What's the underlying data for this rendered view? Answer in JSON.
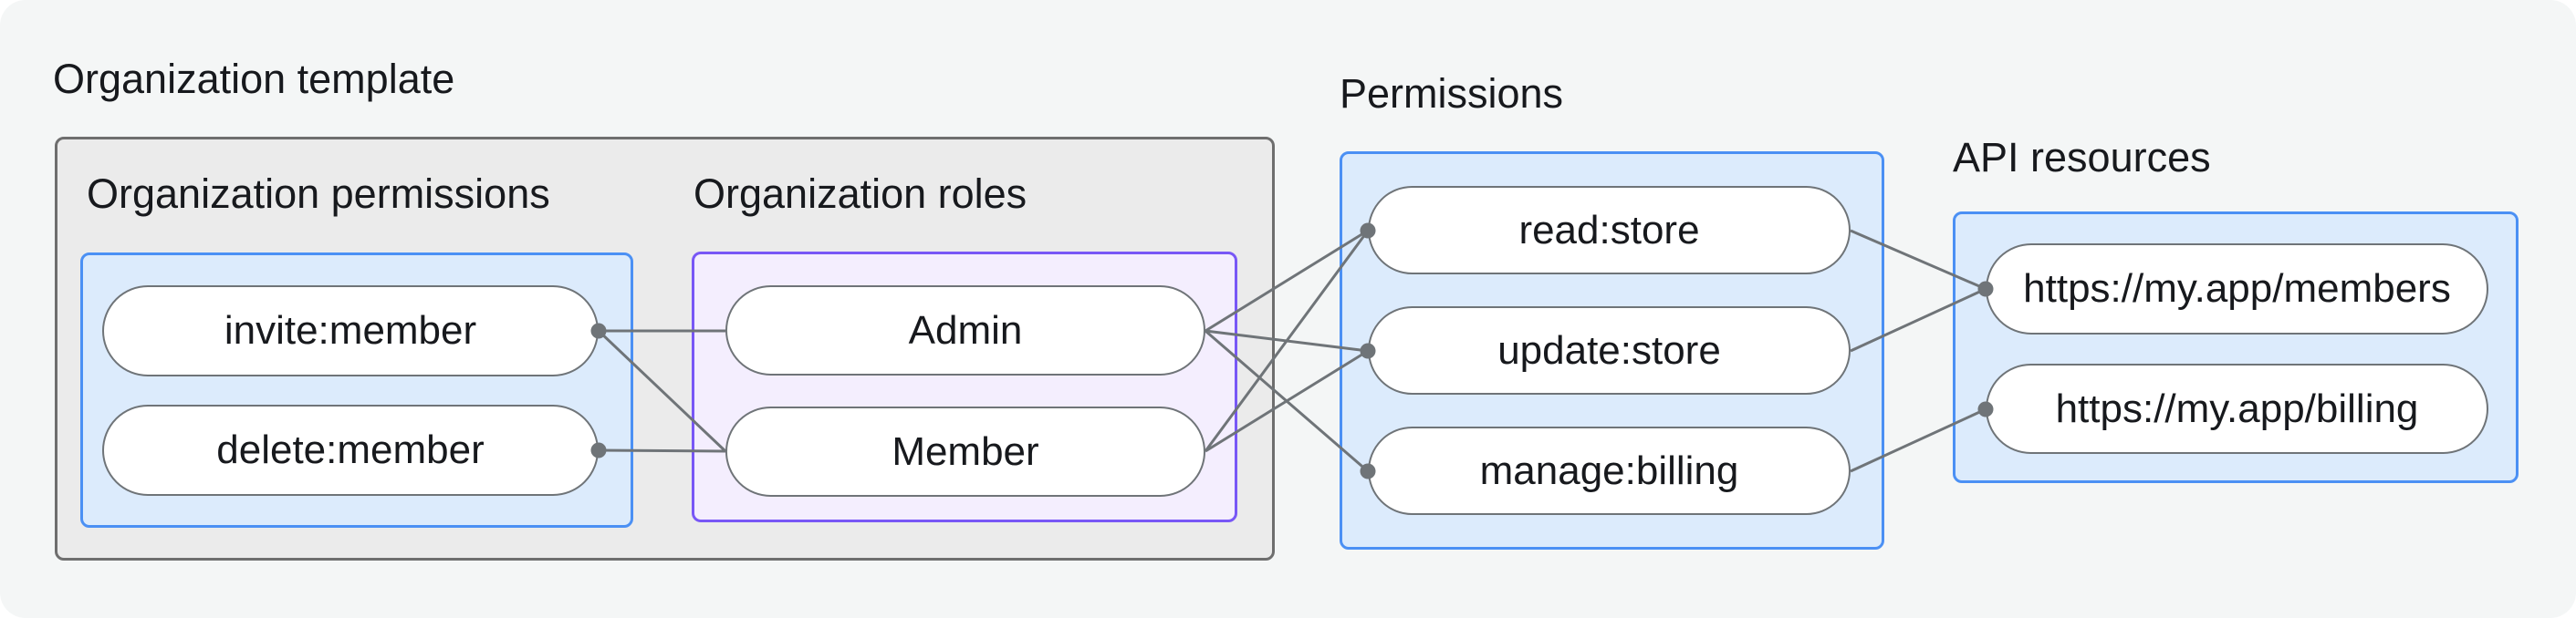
{
  "colors": {
    "bg": "#f4f6f6",
    "text": "#17191d",
    "gray-fill": "#ebebeb",
    "gray-border": "#6e6e6e",
    "blue-fill": "#dcebfc",
    "blue-border": "#4b90f4",
    "purple-fill": "#f4eefe",
    "purple-border": "#7857f6",
    "node-fill": "#ffffff",
    "node-border": "#6f7478",
    "edge": "#6f7478"
  },
  "diagram": {
    "template_group": {
      "label": "Organization template"
    },
    "org_permissions": {
      "label": "Organization permissions",
      "nodes": [
        {
          "label": "invite:member"
        },
        {
          "label": "delete:member"
        }
      ]
    },
    "org_roles": {
      "label": "Organization roles",
      "nodes": [
        {
          "label": "Admin"
        },
        {
          "label": "Member"
        }
      ]
    },
    "permissions": {
      "label": "Permissions",
      "nodes": [
        {
          "label": "read:store"
        },
        {
          "label": "update:store"
        },
        {
          "label": "manage:billing"
        }
      ]
    },
    "api_resources": {
      "label": "API resources",
      "nodes": [
        {
          "label": "https://my.app/members"
        },
        {
          "label": "https://my.app/billing"
        }
      ]
    },
    "edges": [
      {
        "from": "invite:member",
        "to": "Admin"
      },
      {
        "from": "invite:member",
        "to": "Member"
      },
      {
        "from": "delete:member",
        "to": "Member"
      },
      {
        "from": "Admin",
        "to": "read:store"
      },
      {
        "from": "Admin",
        "to": "update:store"
      },
      {
        "from": "Admin",
        "to": "manage:billing"
      },
      {
        "from": "Member",
        "to": "read:store"
      },
      {
        "from": "Member",
        "to": "update:store"
      },
      {
        "from": "read:store",
        "to": "https://my.app/members"
      },
      {
        "from": "update:store",
        "to": "https://my.app/members"
      },
      {
        "from": "manage:billing",
        "to": "https://my.app/billing"
      }
    ]
  }
}
